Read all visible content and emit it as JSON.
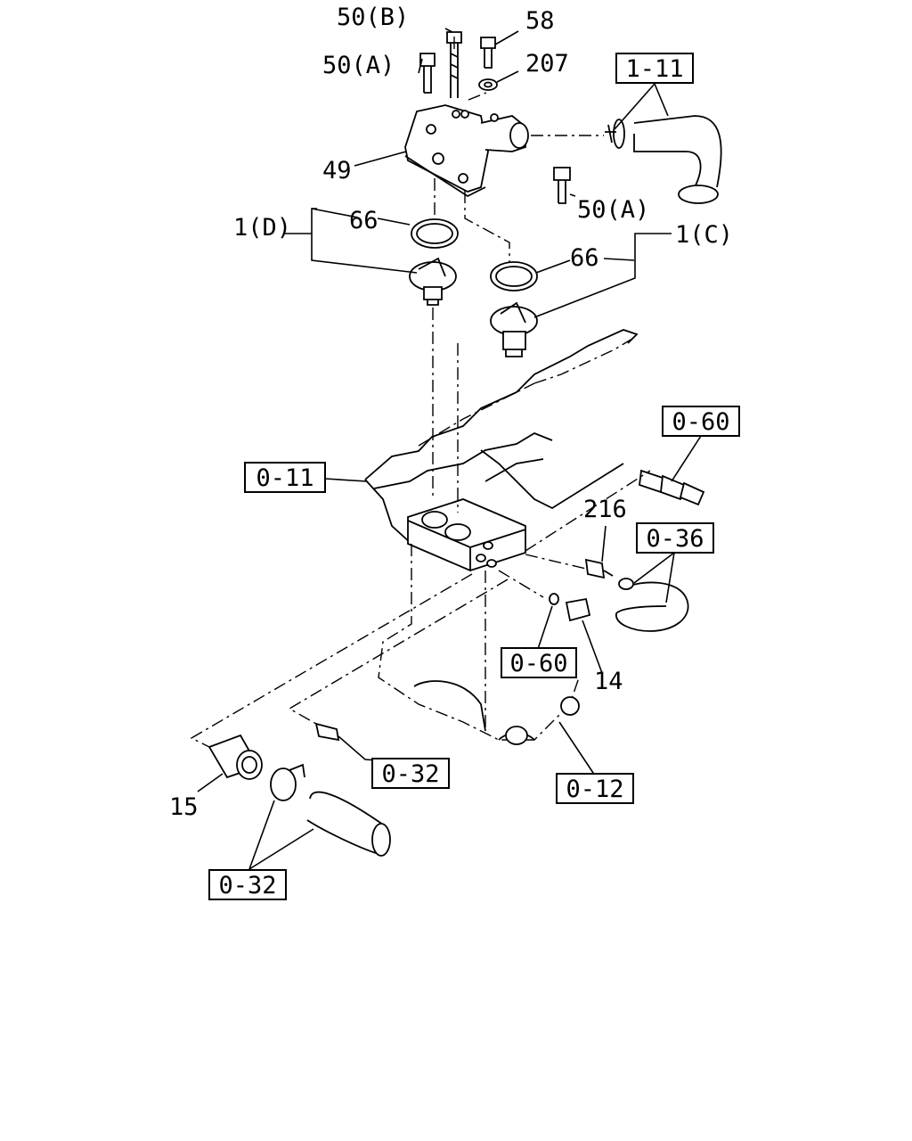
{
  "callouts": {
    "c50b": "50(B)",
    "c58": "58",
    "c50a_top": "50(A)",
    "c207": "207",
    "c49": "49",
    "c50a_right": "50(A)",
    "c1d": "1(D)",
    "c66_left": "66",
    "c1c": "1(C)",
    "c66_right": "66",
    "c216": "216",
    "c14": "14",
    "c15": "15"
  },
  "refs": {
    "r1_11": "1-11",
    "r0_60_top": "0-60",
    "r0_11": "0-11",
    "r0_36": "0-36",
    "r0_60_mid": "0-60",
    "r0_32_mid": "0-32",
    "r0_12": "0-12",
    "r0_32_bottom": "0-32"
  }
}
